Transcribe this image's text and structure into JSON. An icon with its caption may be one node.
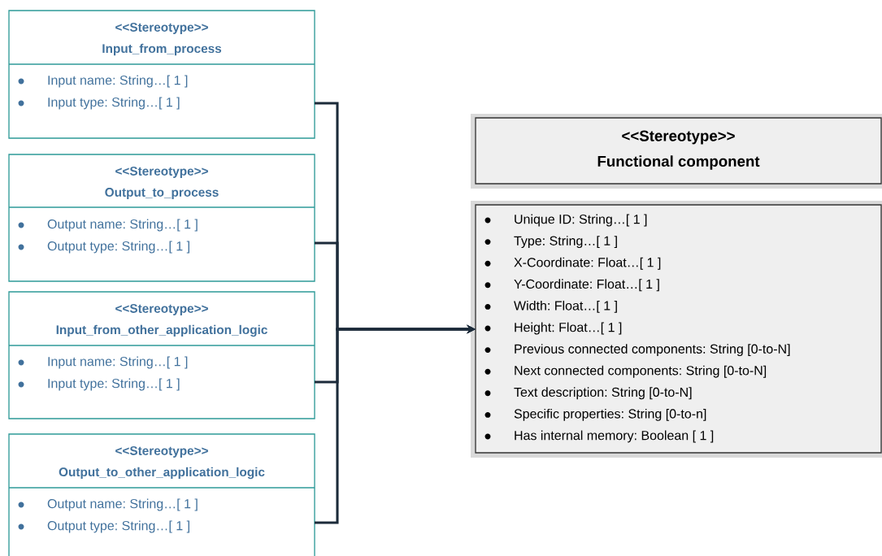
{
  "diagram": {
    "nodes": [
      {
        "text": [
          "<<Stereotype>>",
          "Input_from_process",
          "Input name: String…[ 1 ]",
          "Input type: String…[ 1 ]"
        ]
      },
      {
        "text": [
          "<<Stereotype>>",
          "Output_to_process",
          "Output name: String…[ 1 ]",
          "Output type: String…[ 1 ]"
        ]
      },
      {
        "text": [
          "<<Stereotype>>",
          "Input_from_other_application_logic",
          "Input name: String…[ 1 ]",
          "Input type: String…[ 1 ]"
        ]
      },
      {
        "text": [
          "<<Stereotype>>",
          "Output_to_other_application_logic",
          "Output name: String…[ 1 ]",
          "Output type: String…[ 1 ]"
        ]
      },
      {
        "text": [
          "<<Stereotype>>",
          "Functional component"
        ]
      },
      {
        "text": [
          "Unique ID: String…[ 1 ]",
          "Type: String…[ 1 ]",
          "X-Coordinate: Float…[ 1 ]",
          "Y-Coordinate: Float…[ 1 ]",
          "Width: Float…[ 1 ]",
          "Height: Float…[ 1 ]",
          "Previous connected components: String [0-to-N]",
          "Next connected components: String [0-to-N]",
          "Text description: String [0-to-N]",
          "Specific properties: String [0-to-n]",
          "Has internal memory: Boolean [ 1 ]"
        ]
      }
    ],
    "edges": [
      {
        "from": 0,
        "to": 5,
        "arrow": "to"
      },
      {
        "from": 1,
        "to": 5,
        "arrow": "to"
      },
      {
        "from": 2,
        "to": 5,
        "arrow": "to"
      },
      {
        "from": 3,
        "to": 5,
        "arrow": "to"
      }
    ]
  }
}
